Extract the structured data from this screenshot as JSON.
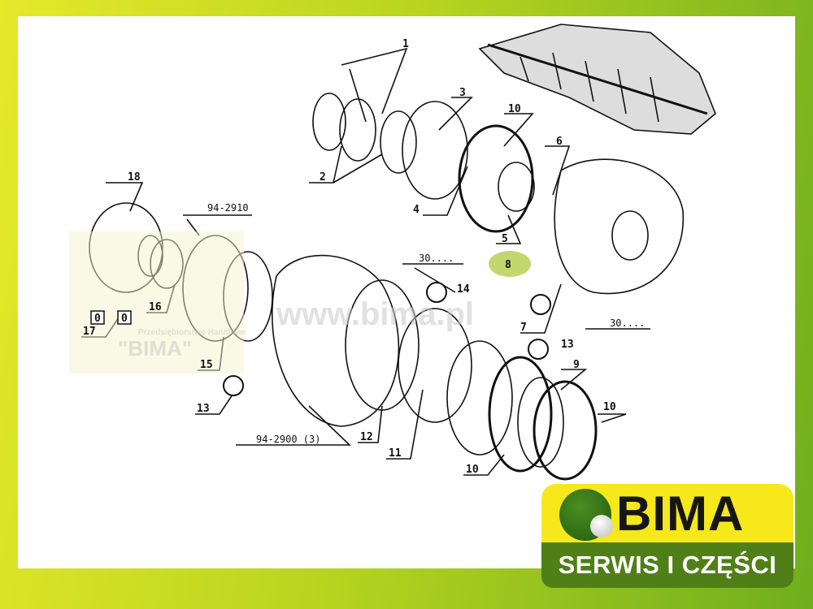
{
  "diagram": {
    "callouts": [
      "1",
      "2",
      "3",
      "4",
      "5",
      "6",
      "7",
      "8",
      "9",
      "10",
      "10",
      "10",
      "11",
      "12",
      "13",
      "13",
      "14",
      "15",
      "16",
      "17",
      "18"
    ],
    "references": {
      "ref_94_2910": "94-2910",
      "ref_94_2900": "94-2900 (3)",
      "ref_30_a": "30....",
      "ref_30_b": "30...."
    },
    "box_17": [
      "0",
      "0"
    ]
  },
  "watermark": {
    "url": "www.bima.pl",
    "company": "Przedsiębiorstwo Handlowe",
    "name": "\"BIMA\""
  },
  "logo": {
    "brand": "BIMA",
    "tagline": "SERWIS I CZĘŚCI"
  },
  "colors": {
    "highlight": "#b5cc4a",
    "logo_yellow": "#f6e81a",
    "logo_green": "#4f7f16"
  }
}
